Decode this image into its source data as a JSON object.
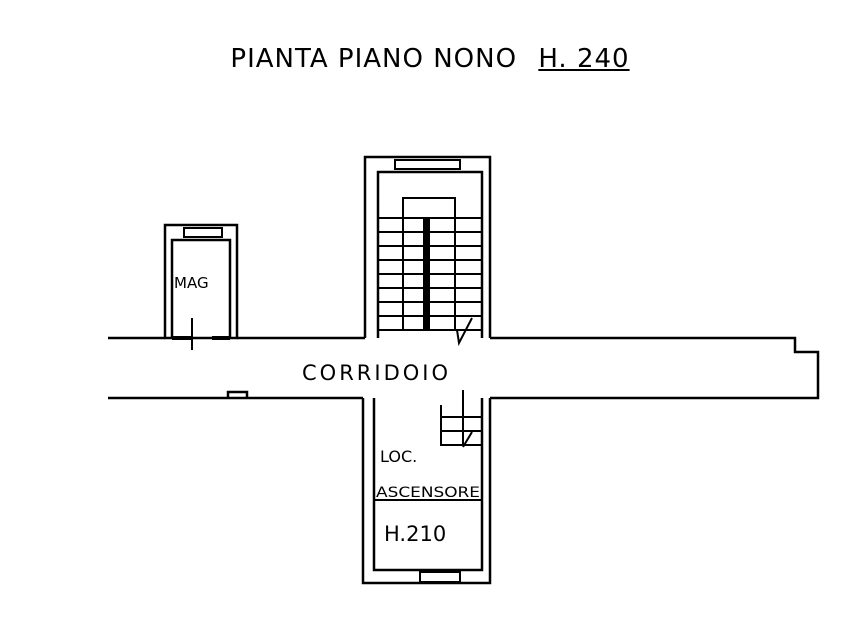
{
  "title": {
    "plan": "PIANTA PIANO NONO",
    "height": "H. 240"
  },
  "rooms": {
    "storage": "MAG",
    "corridor": "CORRIDOIO",
    "lift_room_line1": "LOC.",
    "lift_room_line2": "ASCENSORE",
    "lift_room_height": "H.210"
  }
}
